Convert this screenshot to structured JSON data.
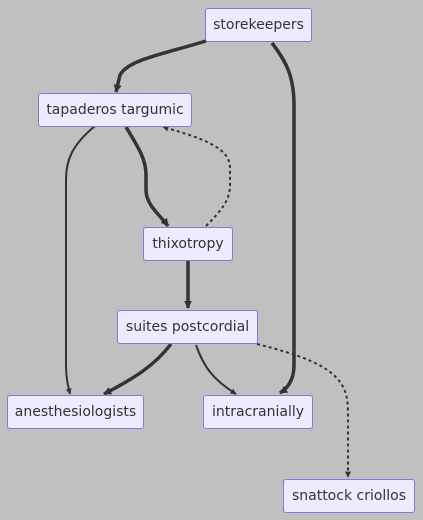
{
  "diagram": {
    "nodes": {
      "storekeepers": "storekeepers",
      "tapaderos_targumic": "tapaderos targumic",
      "thixotropy": "thixotropy",
      "suites_postcordial": "suites postcordial",
      "anesthesiologists": "anesthesiologists",
      "intracranially": "intracranially",
      "snattock_criollos": "snattock criollos"
    },
    "edges": [
      {
        "from": "storekeepers",
        "to": "tapaderos targumic",
        "style": "thick"
      },
      {
        "from": "storekeepers",
        "to": "intracranially",
        "style": "thick"
      },
      {
        "from": "tapaderos targumic",
        "to": "anesthesiologists",
        "style": "normal"
      },
      {
        "from": "tapaderos targumic",
        "to": "thixotropy",
        "style": "thick"
      },
      {
        "from": "thixotropy",
        "to": "tapaderos targumic",
        "style": "dotted"
      },
      {
        "from": "thixotropy",
        "to": "suites postcordial",
        "style": "thick"
      },
      {
        "from": "suites postcordial",
        "to": "anesthesiologists",
        "style": "thick"
      },
      {
        "from": "suites postcordial",
        "to": "intracranially",
        "style": "normal"
      },
      {
        "from": "suites postcordial",
        "to": "snattock criollos",
        "style": "dotted"
      }
    ],
    "colors": {
      "background": "#c0c0c0",
      "node_fill": "#ececfe",
      "node_border": "#9370db",
      "edge": "#333333"
    }
  }
}
